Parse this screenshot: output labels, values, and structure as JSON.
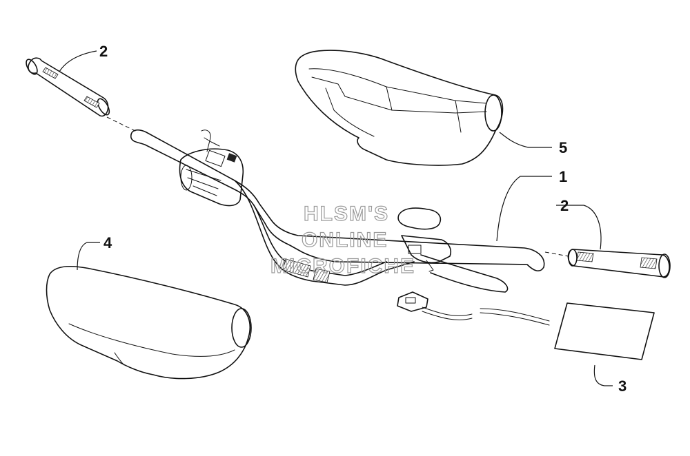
{
  "callouts": [
    {
      "id": "1",
      "label": "1"
    },
    {
      "id": "2a",
      "label": "2"
    },
    {
      "id": "2b",
      "label": "2"
    },
    {
      "id": "3",
      "label": "3"
    },
    {
      "id": "4",
      "label": "4"
    },
    {
      "id": "5",
      "label": "5"
    }
  ],
  "watermark": {
    "line1": "HLSM'S",
    "line2": "ONLINE",
    "line3": "MICROFICHE"
  }
}
